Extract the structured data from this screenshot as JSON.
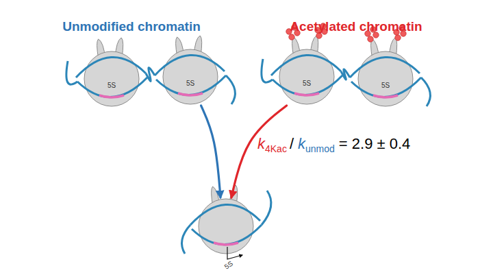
{
  "diagram": {
    "nodes": [
      {
        "text": [
          "5S"
        ]
      },
      {
        "text": [
          "5S"
        ]
      },
      {
        "text": [
          "5S"
        ]
      },
      {
        "text": [
          "5S"
        ]
      },
      {
        "text": [
          "5S"
        ]
      }
    ],
    "edges": [
      {
        "from": 1,
        "to": 4,
        "arrow": "to"
      },
      {
        "from": 2,
        "to": 4,
        "arrow": "to"
      }
    ],
    "labels": [
      "Unmodified chromatin",
      "Acetylated chromatin",
      "k",
      "4Kac",
      "/",
      "k",
      "unmod",
      "= 2.9 ± 0.4"
    ]
  }
}
